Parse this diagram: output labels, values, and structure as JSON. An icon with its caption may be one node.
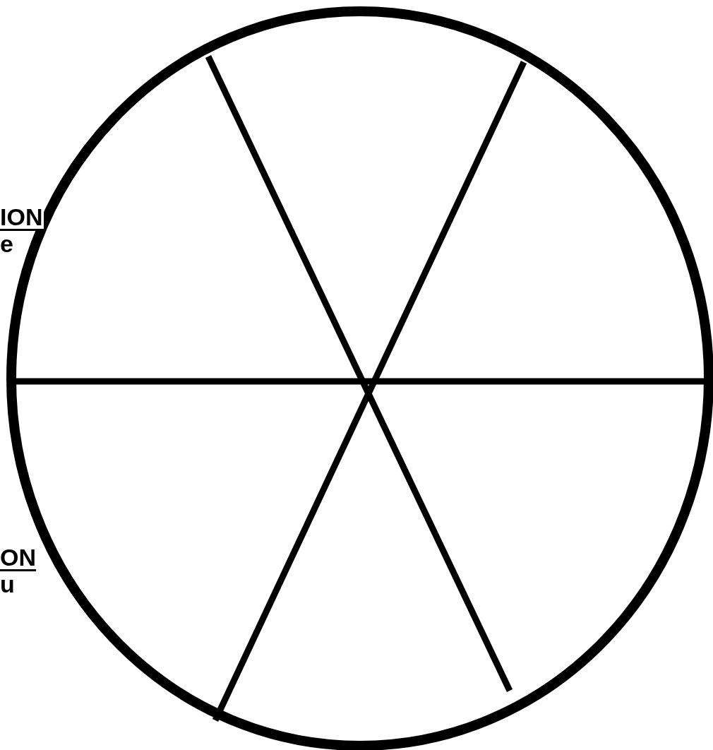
{
  "diagram": {
    "labels": [
      "ION",
      "e",
      "ON",
      "u"
    ]
  }
}
